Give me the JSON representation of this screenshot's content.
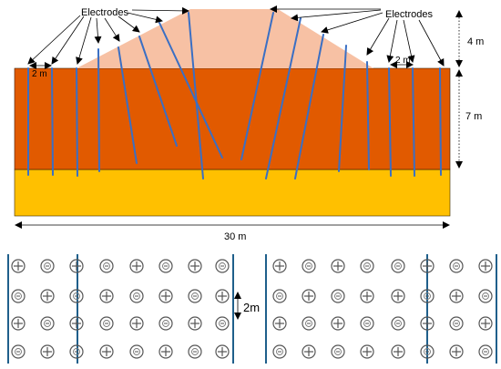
{
  "cross_section": {
    "electrodes_label_left": "Electrodes",
    "electrodes_label_right": "Electrodes",
    "spacing_label_left": "2 m",
    "spacing_label_right": "2 m",
    "height_label_top": "4 m",
    "height_label_middle": "7 m",
    "width_label": "30 m"
  },
  "plan_view": {
    "spacing_label": "2m",
    "rows": 4,
    "left_grid": [
      [
        "+",
        "-",
        "+",
        "-",
        "+",
        "-",
        "+",
        "-"
      ],
      [
        "-",
        "+",
        "-",
        "+",
        "-",
        "+",
        "-",
        "+"
      ],
      [
        "+",
        "-",
        "+",
        "-",
        "+",
        "-",
        "+",
        "-"
      ],
      [
        "-",
        "+",
        "-",
        "+",
        "-",
        "+",
        "-",
        "+"
      ]
    ],
    "right_grid": [
      [
        "+",
        "-",
        "+",
        "-",
        "-",
        "+",
        "-",
        "+"
      ],
      [
        "-",
        "+",
        "-",
        "+",
        "+",
        "-",
        "+",
        "-"
      ],
      [
        "+",
        "-",
        "+",
        "-",
        "-",
        "+",
        "-",
        "+"
      ],
      [
        "-",
        "+",
        "-",
        "+",
        "+",
        "-",
        "+",
        "-"
      ]
    ]
  },
  "colors": {
    "embankment": "#F7C1A4",
    "clay_layer": "#E15A00",
    "sand_layer": "#FFC000",
    "electrode": "#3A6FC4",
    "plan_line": "#1F5F8B"
  }
}
